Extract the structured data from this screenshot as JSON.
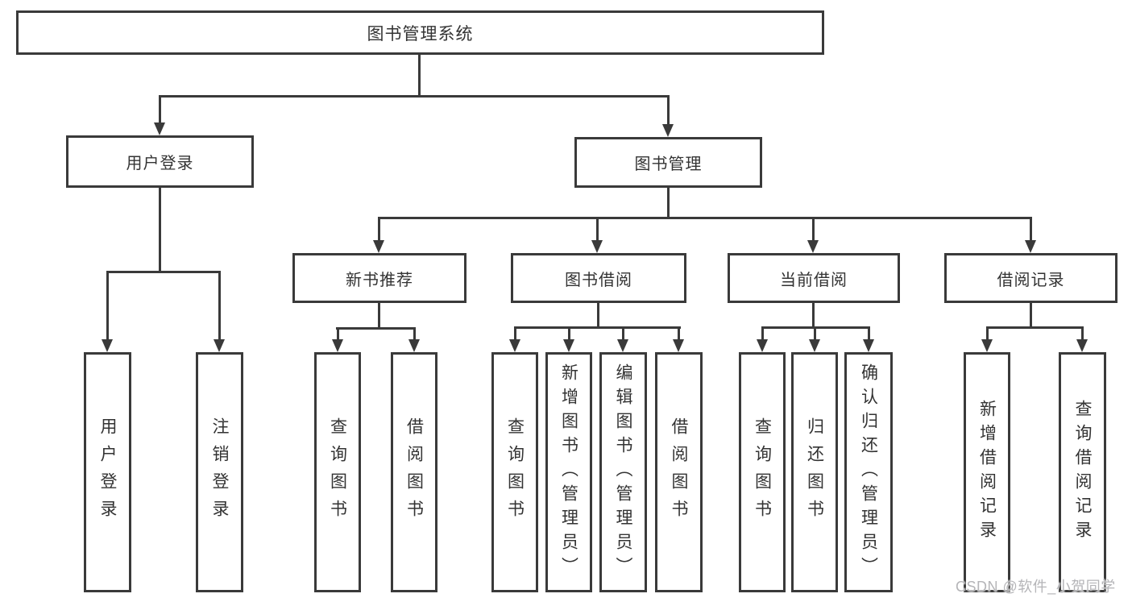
{
  "tree": {
    "root": "图书管理系统",
    "branches": {
      "user_login": "用户登录",
      "book_management": "图书管理"
    },
    "modules": {
      "new_book_recommend": "新书推荐",
      "book_borrowing": "图书借阅",
      "current_borrowing": "当前借阅",
      "borrowing_records": "借阅记录"
    },
    "functions": {
      "user_login": "用户登录",
      "logout": "注销登录",
      "nb_query_books": "查询图书",
      "nb_borrow_books": "借阅图书",
      "bb_query_books": "查询图书",
      "bb_add_books": "新增图书（管理员）",
      "bb_edit_books": "编辑图书（管理员）",
      "bb_borrow_books": "借阅图书",
      "cb_query_books": "查询图书",
      "cb_return_books": "归还图书",
      "cb_confirm_return": "确认归还（管理员）",
      "br_add_record": "新增借阅记录",
      "br_query_record": "查询借阅记录"
    }
  },
  "watermark": "CSDN @软件_小贺同学",
  "colors": {
    "line": "#3a3a3a",
    "text": "#333333",
    "background": "#ffffff",
    "watermark": "#b5b5b8"
  }
}
